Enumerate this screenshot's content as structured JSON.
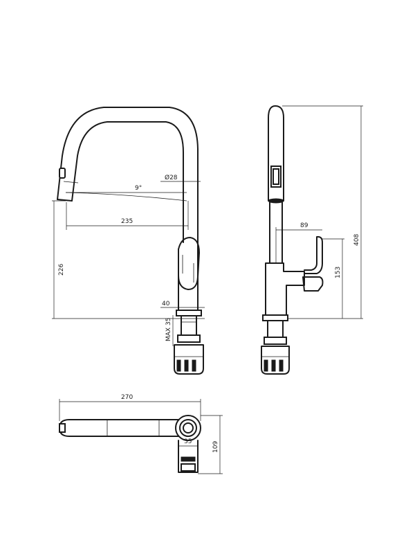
{
  "dimensions": {
    "diameter": "Ø28",
    "angle": "9°",
    "reach": "235",
    "height_spout": "226",
    "base_diameter": "40",
    "max_thickness": "MAX 35",
    "handle_reach": "89",
    "total_height": "408",
    "handle_height": "153",
    "top_length": "270",
    "top_small": "35",
    "top_depth": "109"
  }
}
